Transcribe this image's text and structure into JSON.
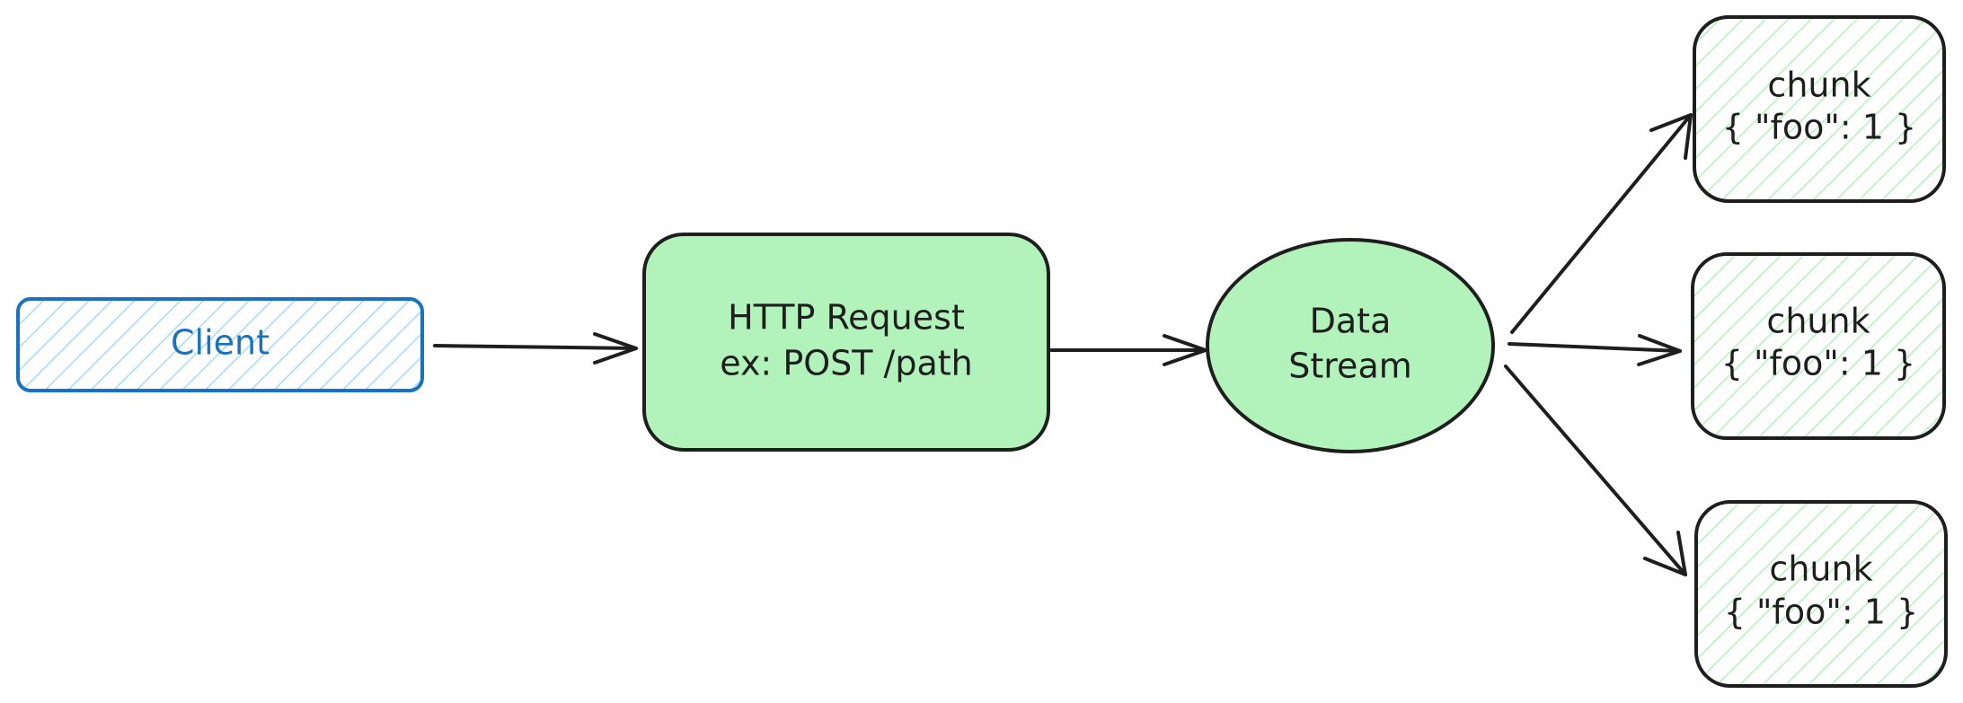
{
  "diagram": {
    "colors": {
      "stroke": "#1e1e1e",
      "client_stroke": "#1971c2",
      "client_fill": "#a5d8ff",
      "node_fill": "#b2f2bb",
      "text": "#1e1e1e",
      "client_text": "#1971c2"
    },
    "nodes": {
      "client": {
        "label": "Client"
      },
      "request": {
        "line1": "HTTP Request",
        "line2": "ex: POST /path"
      },
      "stream": {
        "line1": "Data",
        "line2": "Stream"
      },
      "chunks": [
        {
          "line1": "chunk",
          "line2": "{ \"foo\": 1 }"
        },
        {
          "line1": "chunk",
          "line2": "{ \"foo\": 1 }"
        },
        {
          "line1": "chunk",
          "line2": "{ \"foo\": 1 }"
        }
      ]
    }
  }
}
